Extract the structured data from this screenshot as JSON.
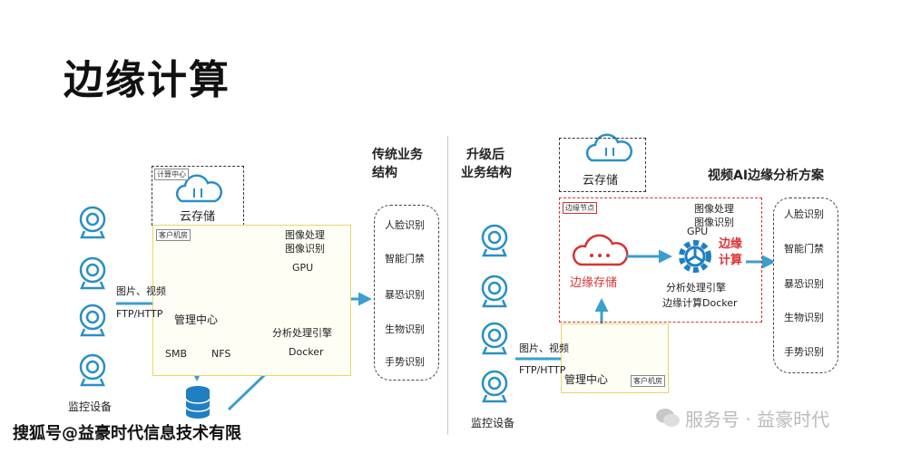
{
  "title": "边缘计算",
  "left": {
    "heading": [
      "传统业务",
      "结构"
    ],
    "compute_center_tag": "计算中心",
    "cloud_storage": "云存储",
    "client_room_tag": "客户机房",
    "image_labels": [
      "图像处理",
      "图像识别"
    ],
    "gpu": "GPU",
    "input_labels": [
      "图片、视频",
      "FTP/HTTP"
    ],
    "management_center": "管理中心",
    "engine": "分析处理引擎",
    "docker": "Docker",
    "smb": "SMB",
    "nfs": "NFS",
    "devices_label": "监控设备",
    "outputs": [
      "人脸识别",
      "智能门禁",
      "暴恐识别",
      "生物识别",
      "手势识别"
    ]
  },
  "right": {
    "heading": [
      "升级后",
      "业务结构"
    ],
    "cloud_storage": "云存储",
    "solution_title": "视频AI边缘分析方案",
    "edge_node_tag": "边缘节点",
    "image_labels": [
      "图像处理",
      "图像识别"
    ],
    "gpu": "GPU",
    "edge_compute": [
      "边缘",
      "计算"
    ],
    "edge_storage": "边缘存储",
    "engine": "分析处理引擎",
    "docker": "边缘计算Docker",
    "input_labels": [
      "图片、视频",
      "FTP/HTTP"
    ],
    "management_center": "管理中心",
    "client_room_tag": "客户机房",
    "devices_label": "监控设备",
    "outputs": [
      "人脸识别",
      "智能门禁",
      "暴恐识别",
      "生物识别",
      "手势识别"
    ]
  },
  "watermarks": {
    "left": "搜狐号@益豪时代信息技术有限",
    "right": "服务号 · 益豪时代"
  },
  "colors": {
    "arrow": "#3a9fcf",
    "icon": "#1f7fc1",
    "red": "#d33333",
    "yellow": "#e6d86a"
  }
}
